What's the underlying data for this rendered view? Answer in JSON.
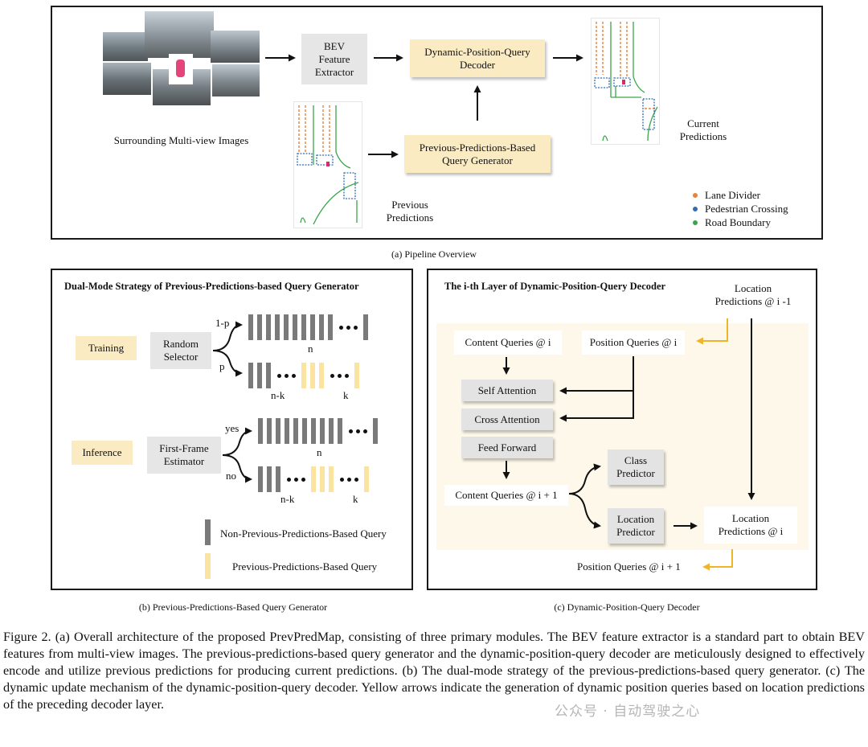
{
  "figure": {
    "panel_a": {
      "input_label": "Surrounding Multi-view Images",
      "bev_label": "BEV\nFeature\nExtractor",
      "decoder_label": "Dynamic-Position-Query\nDecoder",
      "generator_label": "Previous-Predictions-Based\nQuery Generator",
      "previous_label": "Previous\nPredictions",
      "current_label": "Current\nPredictions",
      "legend": [
        {
          "label": "Lane Divider",
          "color": "#e8833a"
        },
        {
          "label": "Pedestrian Crossing",
          "color": "#2f6db5"
        },
        {
          "label": "Road Boundary",
          "color": "#3aa64a"
        }
      ],
      "caption": "(a) Pipeline Overview"
    },
    "panel_b": {
      "title": "Dual-Mode Strategy of Previous-Predictions-based Query Generator",
      "training_label": "Training",
      "random_selector_label": "Random\nSelector",
      "prob_top": "1-p",
      "prob_bottom": "p",
      "inference_label": "Inference",
      "estimator_label": "First-Frame\nEstimator",
      "yes_label": "yes",
      "no_label": "no",
      "n_label": "n",
      "nk_label": "n-k",
      "k_label": "k",
      "legend_gray": "Non-Previous-Predictions-Based Query",
      "legend_yellow": "Previous-Predictions-Based Query",
      "gray_color": "#7a7a7a",
      "yellow_color": "#fbe3a0",
      "caption": "(b) Previous-Predictions-Based Query Generator"
    },
    "panel_c": {
      "title": "The i-th Layer of Dynamic-Position-Query Decoder",
      "location_prev": "Location\nPredictions @ i -1",
      "content_queries": "Content Queries @ i",
      "position_queries": "Position Queries @ i",
      "self_attention": "Self Attention",
      "cross_attention": "Cross Attention",
      "feed_forward": "Feed Forward",
      "class_predictor": "Class\nPredictor",
      "content_next": "Content Queries @ i + 1",
      "location_predictor": "Location\nPredictor",
      "location_current": "Location\nPredictions @ i",
      "position_next": "Position Queries @ i + 1",
      "arrow_yellow": "#f0b429",
      "caption": "(c) Dynamic-Position-Query Decoder"
    },
    "figure_caption": "Figure 2. (a) Overall architecture of the proposed PrevPredMap, consisting of three primary modules. The BEV feature extractor is a standard part to obtain BEV features from multi-view images. The previous-predictions-based query generator and the dynamic-position-query decoder are meticulously designed to effectively encode and utilize previous predictions for producing current predictions. (b) The dual-mode strategy of the previous-predictions-based query generator. (c) The dynamic update mechanism of the dynamic-position-query decoder. Yellow arrows indicate the generation of dynamic position queries based on location predictions of the preceding decoder layer.",
    "watermark": "公众号 · 自动驾驶之心"
  }
}
